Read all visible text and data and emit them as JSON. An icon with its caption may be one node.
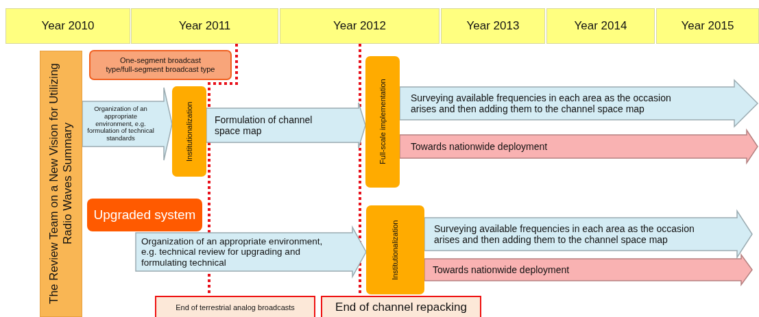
{
  "diagram": {
    "nodes": [
      {
        "text": [
          "Year 2010"
        ]
      },
      {
        "text": [
          "Year 2011"
        ]
      },
      {
        "text": [
          "Year 2012"
        ]
      },
      {
        "text": [
          "Year 2013"
        ]
      },
      {
        "text": [
          "Year 2014"
        ]
      },
      {
        "text": [
          "Year 2015"
        ]
      },
      {
        "text": [
          "The Review Team on a New Vision for Utilizing Radio Waves Summary"
        ]
      },
      {
        "text": [
          "One-segment broadcast type/full-segment broadcast type"
        ]
      },
      {
        "text": [
          "Institutionalization"
        ]
      },
      {
        "text": [
          "Full-scale implementation"
        ]
      },
      {
        "text": [
          "Upgraded system"
        ]
      },
      {
        "text": [
          "Institutionalization"
        ]
      },
      {
        "text": [
          "End of terrestrial analog broadcasts"
        ]
      },
      {
        "text": [
          "End of channel repacking"
        ]
      }
    ],
    "edges": [
      {
        "from": 1,
        "to": 12,
        "arrow": "none",
        "style": "dashed",
        "color": "#e8101a"
      },
      {
        "from": 2,
        "to": 13,
        "arrow": "none",
        "style": "dashed",
        "color": "#e8101a"
      },
      {
        "from": 6,
        "to": 8,
        "arrow": "to",
        "style": "thick",
        "label": "Organization of an appropriate environment, e.g. formulation of technical standards"
      },
      {
        "from": 8,
        "to": 9,
        "arrow": "to",
        "style": "thick",
        "label": "Formulation of channel space map"
      },
      {
        "from": 9,
        "to": null,
        "arrow": "to",
        "style": "thick",
        "label": "Surveying available frequencies in each area as the occasion arises and then adding them to the channel space map"
      },
      {
        "from": 9,
        "to": null,
        "arrow": "to",
        "style": "thick",
        "color": "#f9b2b2",
        "label": "Towards nationwide deployment"
      },
      {
        "from": null,
        "to": 11,
        "arrow": "to",
        "style": "thick",
        "label": "Organization of an appropriate environment, e.g. technical review for upgrading and formulating technical"
      },
      {
        "from": 11,
        "to": null,
        "arrow": "to",
        "style": "thick",
        "label": "Surveying available frequencies in each area as the occasion arises and then adding them to the channel space map"
      },
      {
        "from": 11,
        "to": null,
        "arrow": "to",
        "style": "thick",
        "color": "#f9b2b2",
        "label": "Towards nationwide deployment"
      }
    ]
  }
}
